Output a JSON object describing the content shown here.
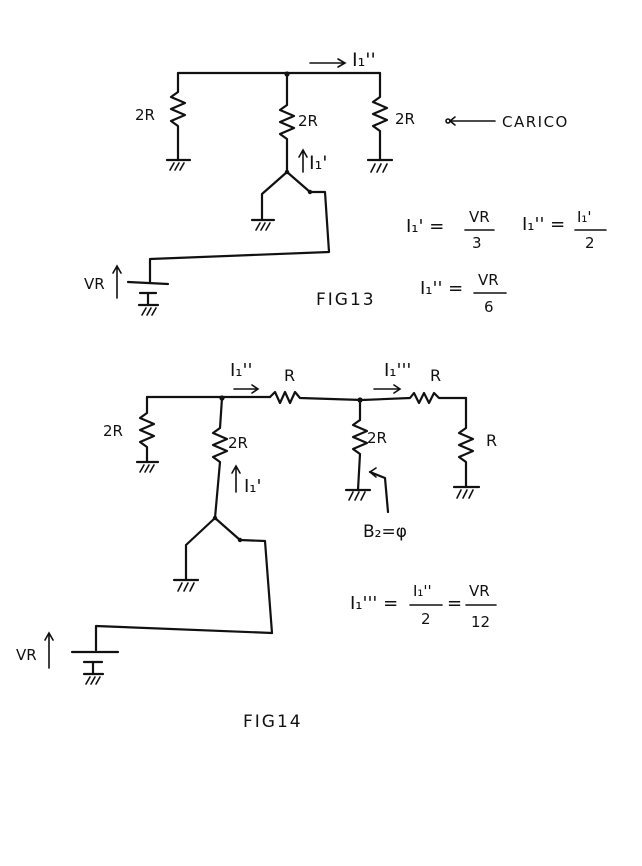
{
  "fig13": {
    "caption": "FIG13",
    "r_left": "2R",
    "r_mid": "2R",
    "r_right": "2R",
    "load_label": "CARICO",
    "i1pp_top": "I₁''",
    "i1p": "I₁'",
    "vr": "VR",
    "eq1": {
      "lhs": "I₁' =",
      "num": "VR",
      "den": "3"
    },
    "eq2": {
      "lhs": "I₁'' =",
      "num": "I₁'",
      "den": "2"
    },
    "eq3": {
      "lhs": "I₁'' =",
      "num": "VR",
      "den": "6"
    }
  },
  "fig14": {
    "caption": "FIG14",
    "r_left": "2R",
    "r_mid": "2R",
    "r_series1": "R",
    "r_shunt": "2R",
    "r_series2": "R",
    "r_end": "R",
    "i1pp": "I₁''",
    "i1ppp": "I₁'''",
    "i1p": "I₁'",
    "b2": "B₂=φ",
    "vr": "VR",
    "eq": {
      "lhs": "I₁''' =",
      "num1": "I₁''",
      "den1": "2",
      "eqs": "=",
      "num2": "VR",
      "den2": "12"
    }
  }
}
